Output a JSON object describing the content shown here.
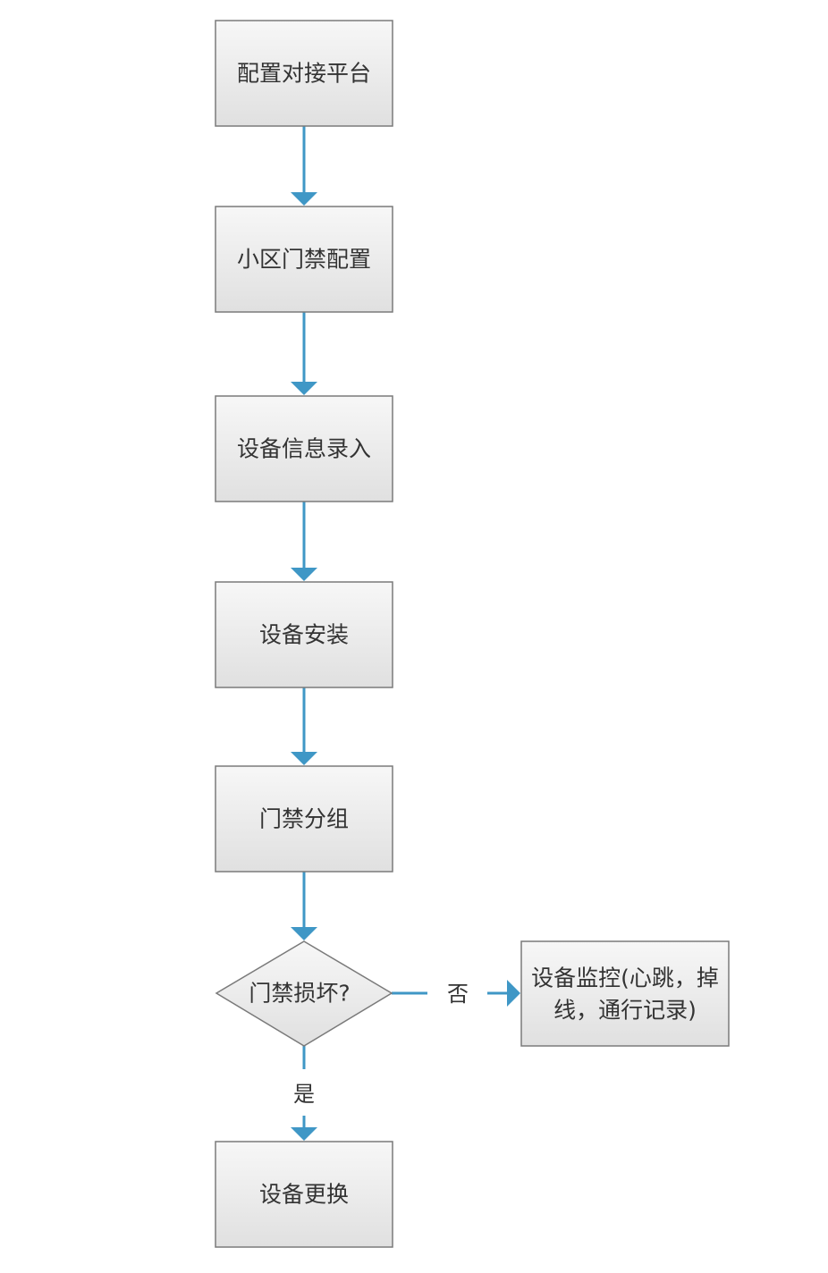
{
  "diagram": {
    "nodes": {
      "n1": {
        "label": "配置对接平台"
      },
      "n2": {
        "label": "小区门禁配置"
      },
      "n3": {
        "label": "设备信息录入"
      },
      "n4": {
        "label": "设备安装"
      },
      "n5": {
        "label": "门禁分组"
      },
      "decision": {
        "label": "门禁损坏?"
      },
      "monitor": {
        "line1": "设备监控(心跳，掉",
        "line2": "线，通行记录)"
      },
      "replace": {
        "label": "设备更换"
      }
    },
    "edges": {
      "no_label": "否",
      "yes_label": "是"
    },
    "colors": {
      "arrow": "#3f97c6",
      "box_border": "#7a7a7a",
      "box_fill_top": "#f7f7f7",
      "box_fill_bottom": "#e0e0e0",
      "text": "#333333"
    }
  }
}
